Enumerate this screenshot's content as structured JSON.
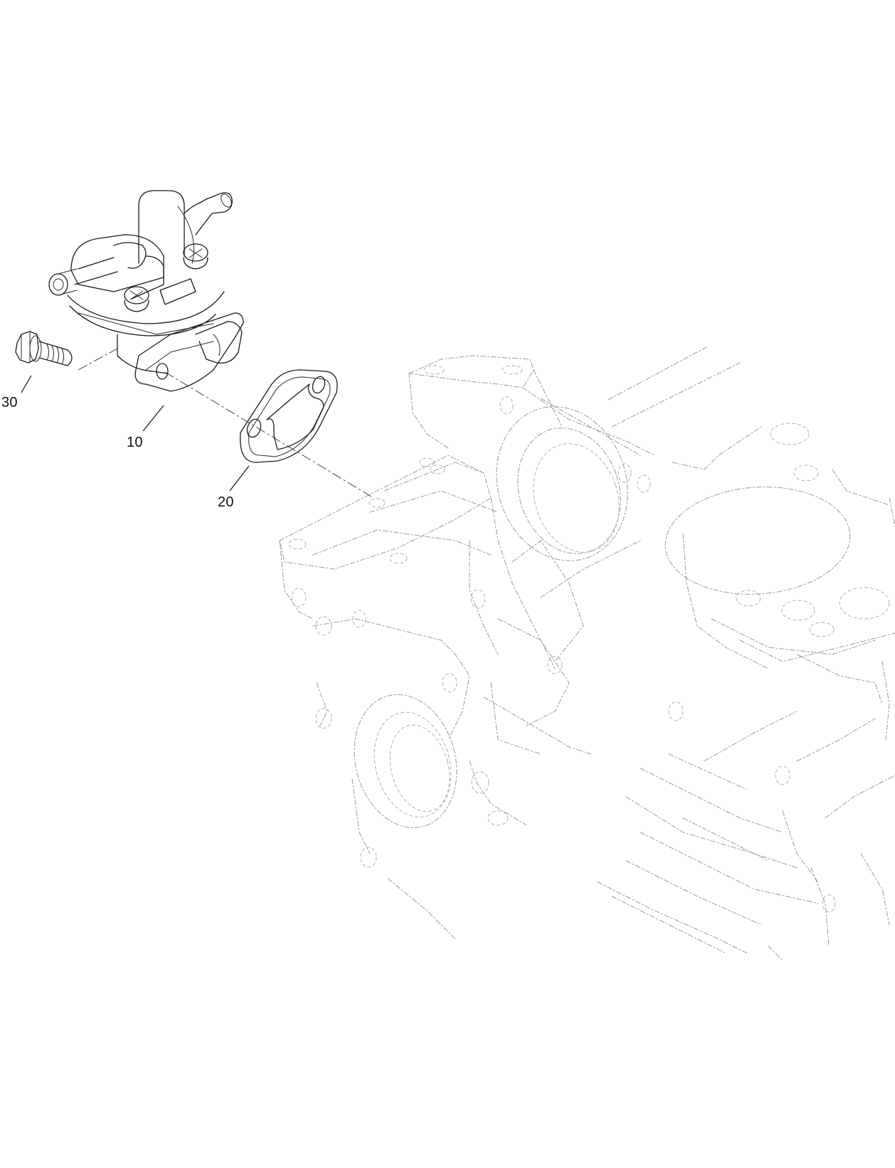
{
  "diagram": {
    "type": "exploded-parts-view",
    "background_color": "#ffffff",
    "line_color": "#1a1a1a",
    "phantom_line_color": "#9a9a9a",
    "callouts": [
      {
        "id": "callout-10",
        "label": "10",
        "part": "fuel pump"
      },
      {
        "id": "callout-20",
        "label": "20",
        "part": "gasket"
      },
      {
        "id": "callout-30",
        "label": "30",
        "part": "bolt"
      }
    ],
    "phantom_parts": [
      {
        "part": "engine block (reference, shown dashed)"
      }
    ]
  }
}
